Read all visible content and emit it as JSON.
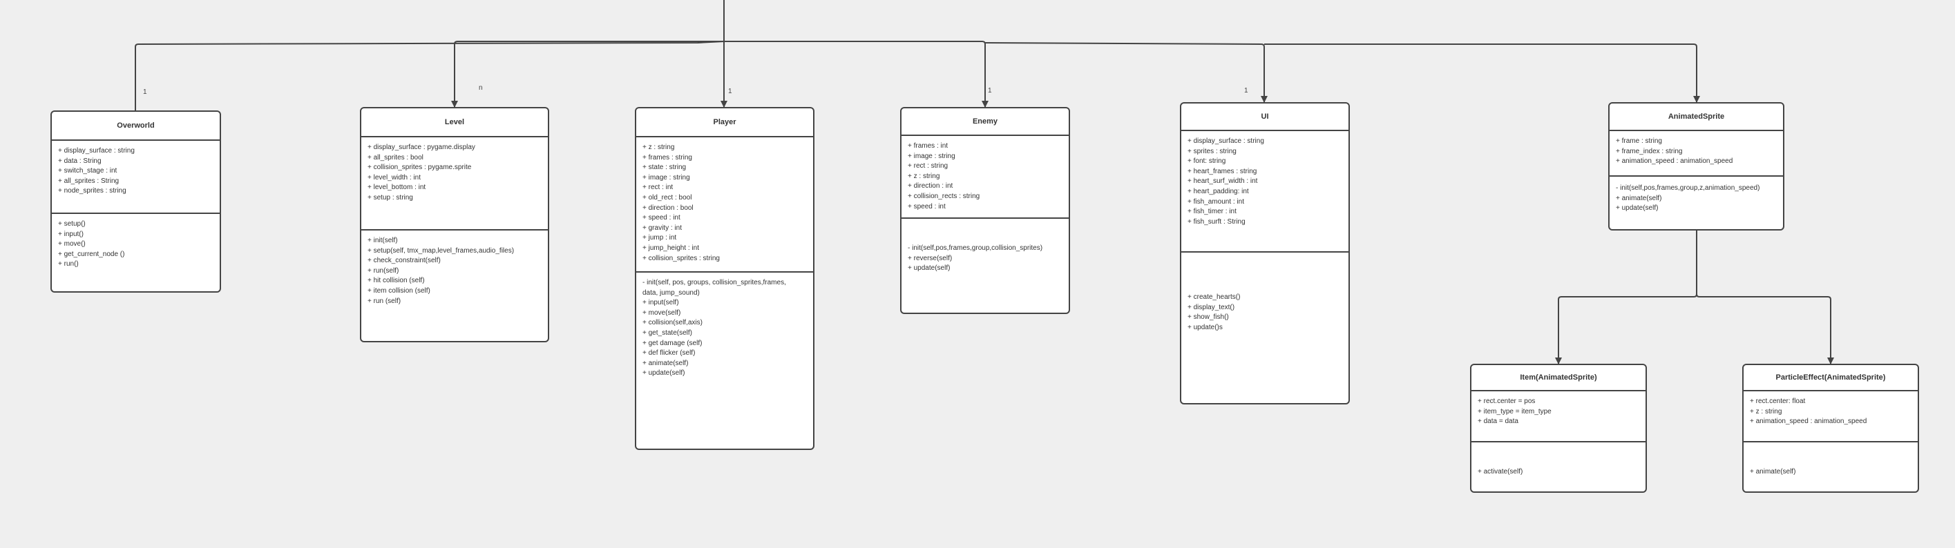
{
  "classes": {
    "overworld": {
      "name": "Overworld",
      "attributes": [
        "+ display_surface : string",
        "+ data : String",
        "+ switch_stage : int",
        "+ all_sprites : String",
        "+ node_sprites : string"
      ],
      "methods": [
        "+ setup()",
        "+ input()",
        "+ move()",
        "+ get_current_node ()",
        "+ run()"
      ]
    },
    "level": {
      "name": "Level",
      "attributes": [
        "+ display_surface : pygame.display",
        "+ all_sprites : bool",
        "+ collision_sprites : pygame.sprite",
        "+ level_width : int",
        "+ level_bottom : int",
        "+ setup : string"
      ],
      "methods": [
        "+ init(self)",
        "+ setup(self, tmx_map,level_frames,audio_files)",
        "+ check_constraint(self)",
        "+ run(self)",
        "+ hit collision (self)",
        "+ item collision (self)",
        "+ run (self)"
      ]
    },
    "player": {
      "name": "Player",
      "attributes": [
        "+ z : string",
        "+ frames : string",
        "+ state : string",
        "+ image : string",
        "+ rect : int",
        "+ old_rect : bool",
        "+ direction : bool",
        "+ speed : int",
        "+ gravity : int",
        "+ jump : int",
        "+ jump_height : int",
        "+ collision_sprites : string"
      ],
      "methods": [
        "- init(self, pos, groups, collision_sprites,frames,",
        "data, jump_sound)",
        "+ input(self)",
        "+ move(self)",
        "+ collision(self,axis)",
        "+ get_state(self)",
        "+ get damage (self)",
        "+ def flicker (self)",
        "+ animate(self)",
        "+ update(self)"
      ]
    },
    "enemy": {
      "name": "Enemy",
      "attributes": [
        "+ frames : int",
        "+ image : string",
        "+ rect : string",
        "+ z : string",
        "+ direction : int",
        "+ collision_rects : string",
        "+ speed : int"
      ],
      "methods": [
        "- init(self,pos,frames,group,collision_sprites)",
        "+ reverse(self)",
        "+ update(self)"
      ]
    },
    "ui": {
      "name": "UI",
      "attributes": [
        "+ display_surface : string",
        "+ sprites : string",
        "+ font: string",
        "+ heart_frames : string",
        "+ heart_surf_width : int",
        "+ heart_padding: int",
        "+ fish_amount : int",
        "+ fish_timer : int",
        "+ fish_surft : String"
      ],
      "methods": [
        "+ create_hearts()",
        "+ display_text()",
        "+ show_fish()",
        "+ update()s"
      ]
    },
    "animated": {
      "name": "AnimatedSprite",
      "attributes": [
        "+ frame : string",
        "+ frame_index : string",
        "+ animation_speed : animation_speed"
      ],
      "methods": [
        "- init(self,pos,frames,group,z,animation_speed)",
        "+ animate(self)",
        "+ update(self)"
      ]
    },
    "item": {
      "name": "Item(AnimatedSprite)",
      "attributes": [
        "+ rect.center = pos",
        "+ item_type = item_type",
        "+ data = data"
      ],
      "methods": [
        "+ activate(self)"
      ]
    },
    "particle": {
      "name": "ParticleEffect(AnimatedSprite)",
      "attributes": [
        "+ rect.center: float",
        "+ z : string",
        "+ animation_speed : animation_speed"
      ],
      "methods": [
        "+ animate(self)"
      ]
    }
  },
  "multiplicities": {
    "overworld": "1",
    "level": "n",
    "player": "1",
    "enemy": "1",
    "ui": "1"
  },
  "colors": {
    "line": "#444444",
    "box_fill": "#ffffff",
    "background": "#efefef"
  }
}
